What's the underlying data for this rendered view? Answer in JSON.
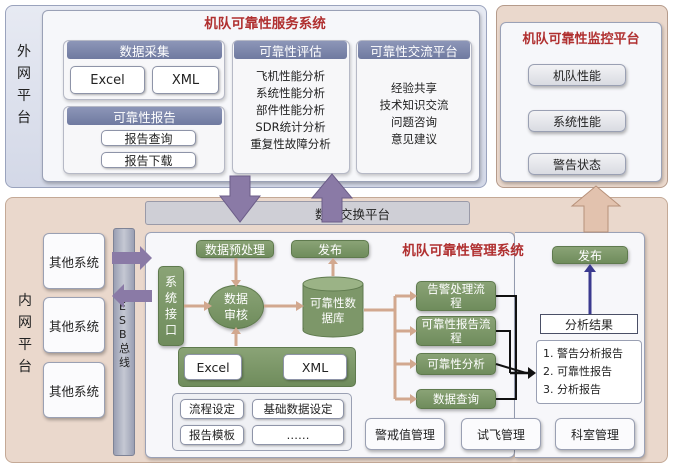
{
  "outer_network": {
    "side_label": "外网平台",
    "title": "机队可靠性服务系统",
    "data_collection": {
      "header": "数据采集",
      "items": [
        "Excel",
        "XML"
      ]
    },
    "reliability_report": {
      "header": "可靠性报告",
      "items": [
        "报告查询",
        "报告下载"
      ]
    },
    "reliability_eval": {
      "header": "可靠性评估",
      "items": [
        "飞机性能分析",
        "系统性能分析",
        "部件性能分析",
        "SDR统计分析",
        "重复性故障分析"
      ]
    },
    "exchange_platform": {
      "header": "可靠性交流平台",
      "items": [
        "经验共享",
        "技术知识交流",
        "问题咨询",
        "意见建议"
      ]
    }
  },
  "monitor": {
    "title": "机队可靠性监控平台",
    "items": [
      "机队性能",
      "系统性能",
      "警告状态"
    ]
  },
  "data_exchange": {
    "label": "数据交换平台"
  },
  "inner_network": {
    "side_label": "内网平台",
    "other_systems": [
      "其他系统",
      "其他系统",
      "其他系统"
    ],
    "esb_label": "ESB总线",
    "title": "机队可靠性管理系统",
    "system_interface": "系统接口",
    "preprocess": "数据预处理",
    "audit": "数据审核",
    "publish_left": "发布",
    "database": "可靠性数据库",
    "formats": [
      "Excel",
      "XML"
    ],
    "processes": [
      "告警处理流程",
      "可靠性报告流程",
      "可靠性分析",
      "数据查询"
    ],
    "publish_right": "发布",
    "results": {
      "header": "分析结果",
      "items": [
        "1.  警告分析报告",
        "2.  可靠性报告",
        "3.  分析报告"
      ]
    },
    "settings": [
      "流程设定",
      "基础数据设定",
      "报告模板",
      "……"
    ],
    "modules": [
      "警戒值管理",
      "试飞管理",
      "科室管理"
    ]
  },
  "colors": {
    "outer_bg": "#dde1ed",
    "inner_bg": "#ead8cc",
    "header_blue": "#7a84aa",
    "green": "#7d9769",
    "arrow_purple": "#8a7aa6",
    "arrow_tan": "#d2a88f",
    "title_red": "#b03030"
  }
}
